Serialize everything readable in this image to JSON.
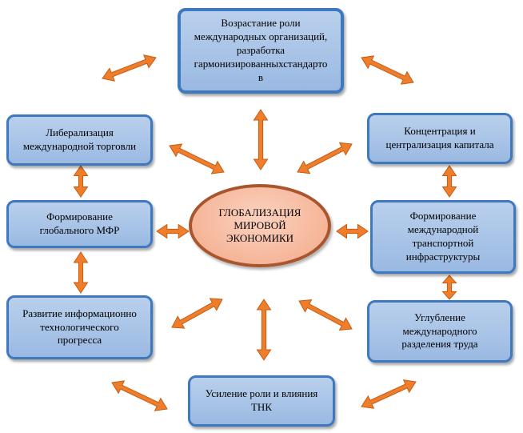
{
  "center": {
    "lines": [
      "ГЛОБАЛИЗАЦИЯ",
      "МИРОВОЙ",
      "ЭКОНОМИКИ"
    ]
  },
  "nodes": {
    "top": {
      "lines": [
        "Возрастание роли",
        "международных организаций,",
        "разработка",
        "гармонизированныхстандарто",
        "в"
      ]
    },
    "left1": {
      "lines": [
        "Либерализация",
        "международной торговли"
      ]
    },
    "left2": {
      "lines": [
        "Формирование",
        "глобального МФР"
      ]
    },
    "left3": {
      "lines": [
        "Развитие информационно",
        "технологического",
        "прогресса"
      ]
    },
    "right1": {
      "lines": [
        "Концентрация и",
        "централизация капитала"
      ]
    },
    "right2": {
      "lines": [
        "Формирование",
        "международной",
        "транспортной",
        "инфраструктуры"
      ]
    },
    "right3": {
      "lines": [
        "Углубление",
        "международного",
        "разделения труда"
      ]
    },
    "bottom": {
      "lines": [
        "Усиление роли и влияния",
        "ТНК"
      ]
    }
  },
  "colors": {
    "arrow": "#ee7d2c",
    "arrow_border": "#c65d12",
    "box_border": "#3e78bf",
    "ellipse_border": "#a9552d"
  }
}
